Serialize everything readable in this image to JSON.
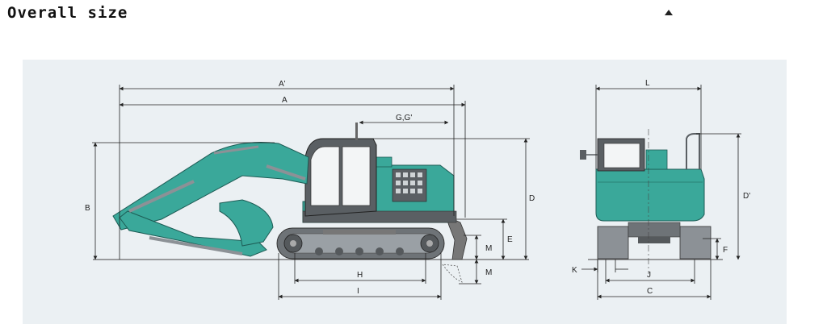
{
  "header": {
    "title": "Overall size",
    "toggle_icon": "caret-up-icon"
  },
  "colors": {
    "panel_bg": "#ebf0f3",
    "body_teal": "#3aa89a",
    "cab_gray": "#5a5f63",
    "track_gray": "#8c9196",
    "dimension_line": "#222222"
  },
  "dimensions": {
    "A_prime": "A'",
    "A": "A",
    "G": "G,G'",
    "B": "B",
    "D": "D",
    "E": "E",
    "M_upper": "M",
    "M_lower": "M",
    "H": "H",
    "I": "I",
    "L": "L",
    "D_prime": "D'",
    "F": "F",
    "K": "K",
    "J": "J",
    "C": "C"
  }
}
